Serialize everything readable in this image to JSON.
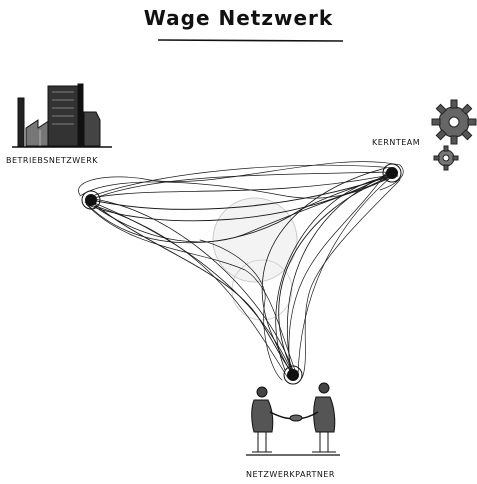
{
  "title": "Wage Netzwerk",
  "nodes": {
    "betriebsnetzwerk": {
      "label": "Betriebsnetzwerk",
      "icon": "factory-icon"
    },
    "kernteam": {
      "label": "Kernteam",
      "icon": "gears-icon"
    },
    "netzwerkpartner": {
      "label": "Netzwerkpartner",
      "icon": "handshake-icon"
    }
  },
  "colors": {
    "ink": "#1a1a1a",
    "shade": "#9a9a9a",
    "pale": "#d9d9d9"
  }
}
